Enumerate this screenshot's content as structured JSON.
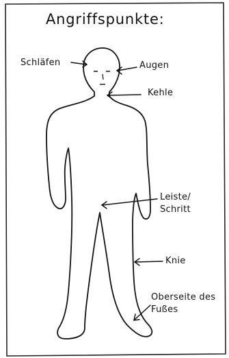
{
  "title": "Angriffspunkte:",
  "labels": {
    "temples": "Schläfen",
    "eyes": "Augen",
    "throat": "Kehle",
    "groin_line1": "Leiste/",
    "groin_line2": "Schritt",
    "knee": "Knie",
    "instep_line1": "Oberseite des",
    "instep_line2": "Fußes"
  },
  "colors": {
    "ink": "#111111",
    "paper": "#ffffff"
  }
}
